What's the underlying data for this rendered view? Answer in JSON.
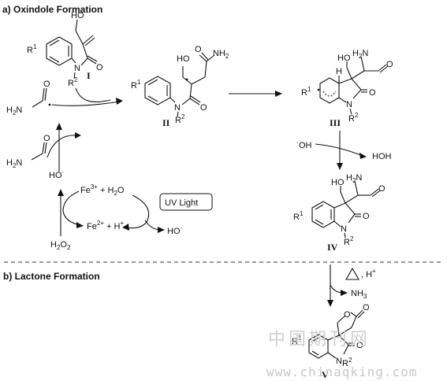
{
  "sections": {
    "a_title": "a) Oxindole Formation",
    "b_title": "b) Lactone Formation"
  },
  "compounds": {
    "I": "I",
    "II": "II",
    "III": "III",
    "IV": "IV",
    "V": "V"
  },
  "labels": {
    "hydroxyl": "HO",
    "oh_top": "OH",
    "r1": "R",
    "r1_sup": "1",
    "n": "N",
    "r2": "R",
    "r2_sup": "2",
    "o": "O",
    "h2n": "H",
    "h2n_sub": "2",
    "h2n_n": "N",
    "nh2": "NH",
    "nh2_sub": "2",
    "h": "H",
    "radical_oh": "OH",
    "hoh": "HOH",
    "ho_radical": "HO",
    "fe3": "Fe",
    "fe3_sup": "3+",
    "plus_h2o": "+ H",
    "h2o_sub": "2",
    "h2o_o": "O",
    "fe2": "Fe",
    "fe2_sup": "2+",
    "plus_h": "+ H",
    "h_sup": "+",
    "h2o2": "H",
    "h2o2_sub": "2",
    "h2o2_o": "O",
    "h2o2_sub2": "2",
    "uv_light": "UV Light",
    "delta_h": "H",
    "delta_h_sup": "+",
    "nh3": "NH",
    "nh3_sub": "3"
  },
  "watermark": {
    "cn": "中国期刊网",
    "url": "www.chinaqking.com"
  }
}
